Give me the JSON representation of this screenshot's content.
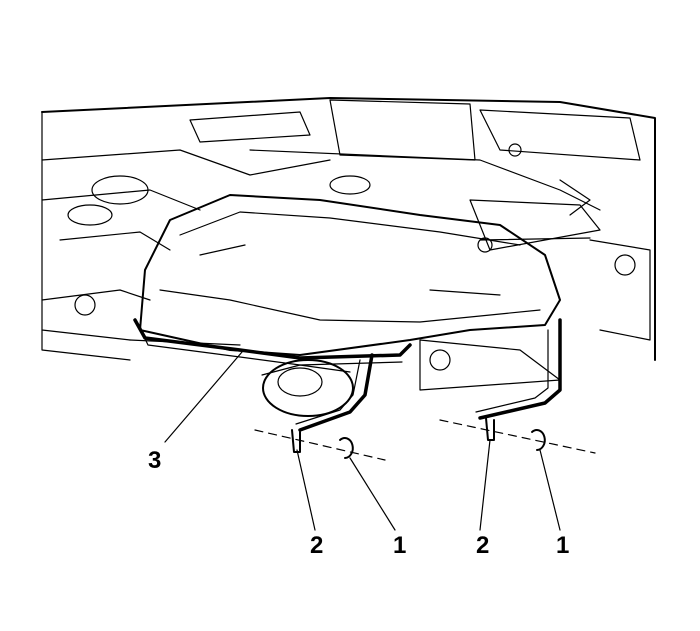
{
  "colors": {
    "line": "#000000",
    "background": "#ffffff"
  },
  "callouts": {
    "label_1_left": "1",
    "label_1_right": "1",
    "label_2_left": "2",
    "label_2_right": "2",
    "label_3": "3"
  }
}
